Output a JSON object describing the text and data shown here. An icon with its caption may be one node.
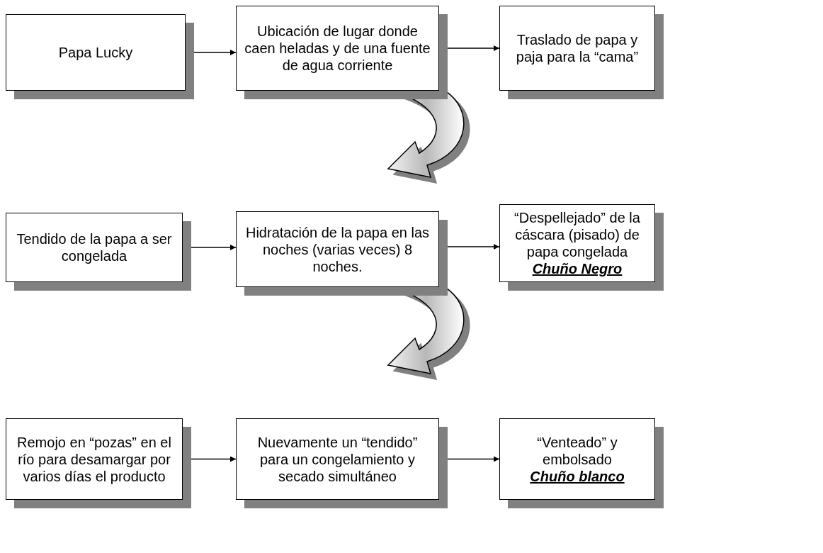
{
  "diagram": {
    "nodes": [
      {
        "text": [
          "Papa Lucky"
        ]
      },
      {
        "text": [
          "Ubicación de lugar donde caen heladas y de una fuente de agua corriente"
        ]
      },
      {
        "text": [
          "Traslado de papa y paja para la “cama”"
        ]
      },
      {
        "text": [
          "Tendido de la papa a ser congelada"
        ]
      },
      {
        "text": [
          "Hidratación de la papa en las noches (varias veces) 8 noches."
        ]
      },
      {
        "text": [
          "“Despellejado” de la cáscara (pisado) de papa congelada",
          "Chuño Negro"
        ]
      },
      {
        "text": [
          "Remojo en “pozas” en el río para desamargar por varios días el producto"
        ]
      },
      {
        "text": [
          "Nuevamente un “tendido” para un congelamiento y secado simultáneo"
        ]
      },
      {
        "text": [
          "“Venteado” y embolsado",
          "Chuño blanco"
        ]
      }
    ],
    "edges": [
      {
        "from": 0,
        "to": 1,
        "arrow": "to"
      },
      {
        "from": 1,
        "to": 2,
        "arrow": "to"
      },
      {
        "from": 1,
        "to": null,
        "arrow": "to",
        "style": "thick"
      },
      {
        "from": 3,
        "to": 4,
        "arrow": "to"
      },
      {
        "from": 4,
        "to": 5,
        "arrow": "to"
      },
      {
        "from": 4,
        "to": null,
        "arrow": "to",
        "style": "thick"
      },
      {
        "from": 6,
        "to": 7,
        "arrow": "to"
      },
      {
        "from": 7,
        "to": 8,
        "arrow": "to"
      }
    ]
  }
}
